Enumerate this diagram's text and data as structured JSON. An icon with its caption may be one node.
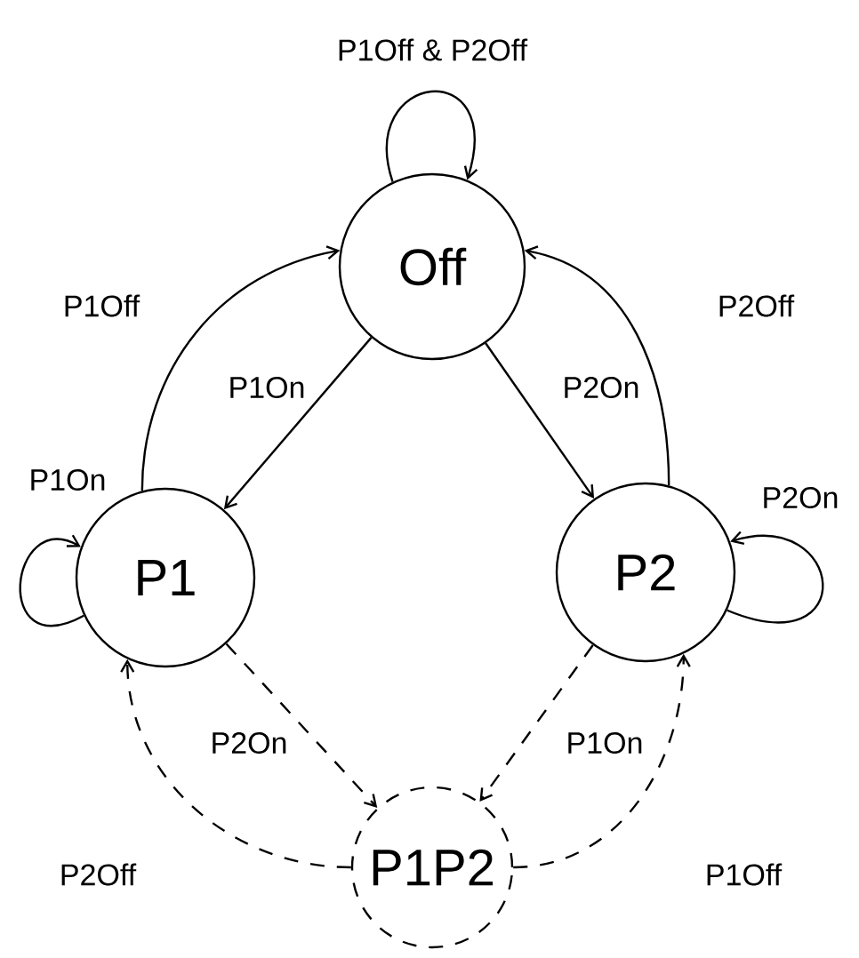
{
  "diagram": {
    "nodes": [
      {
        "text": [
          "Off"
        ]
      },
      {
        "text": [
          "P1"
        ]
      },
      {
        "text": [
          "P2"
        ]
      },
      {
        "text": [
          "P1P2"
        ]
      }
    ],
    "edges": [
      {
        "from": 0,
        "to": 0,
        "arrow": "to",
        "label": "P1Off & P2Off"
      },
      {
        "from": 1,
        "to": 0,
        "arrow": "to",
        "label": "P1Off"
      },
      {
        "from": 0,
        "to": 1,
        "arrow": "to",
        "label": "P1On"
      },
      {
        "from": 0,
        "to": 2,
        "arrow": "to",
        "label": "P2On"
      },
      {
        "from": 2,
        "to": 0,
        "arrow": "to",
        "label": "P2Off"
      },
      {
        "from": 1,
        "to": 1,
        "arrow": "to",
        "label": "P1On"
      },
      {
        "from": 2,
        "to": 2,
        "arrow": "to",
        "label": "P2On"
      },
      {
        "from": 1,
        "to": 3,
        "arrow": "to",
        "label": "P2On",
        "style": "dashed"
      },
      {
        "from": 2,
        "to": 3,
        "arrow": "to",
        "label": "P1On",
        "style": "dashed"
      },
      {
        "from": 3,
        "to": 1,
        "arrow": "to",
        "label": "P2Off",
        "style": "dashed"
      },
      {
        "from": 3,
        "to": 2,
        "arrow": "to",
        "label": "P1Off",
        "style": "dashed"
      }
    ]
  }
}
